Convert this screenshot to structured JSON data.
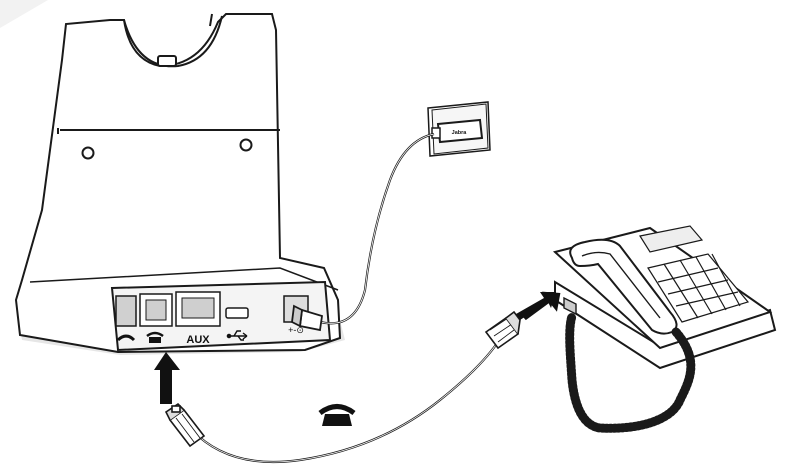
{
  "base": {
    "port_labels": {
      "aux": "AUX",
      "power": "+-⊙"
    },
    "port_icons": [
      "handset-icon",
      "desk-phone-icon",
      "aux-port-label",
      "usb-icon",
      "power-jack-icon"
    ]
  },
  "wall_adapter": {
    "brand": "Jabra"
  },
  "cable_label_icon": "desk-phone-icon",
  "colors": {
    "line": "#1a1a1a",
    "panel_fill": "#eeeeee",
    "shadow": "#bbbbbb",
    "arrow": "#111111"
  }
}
